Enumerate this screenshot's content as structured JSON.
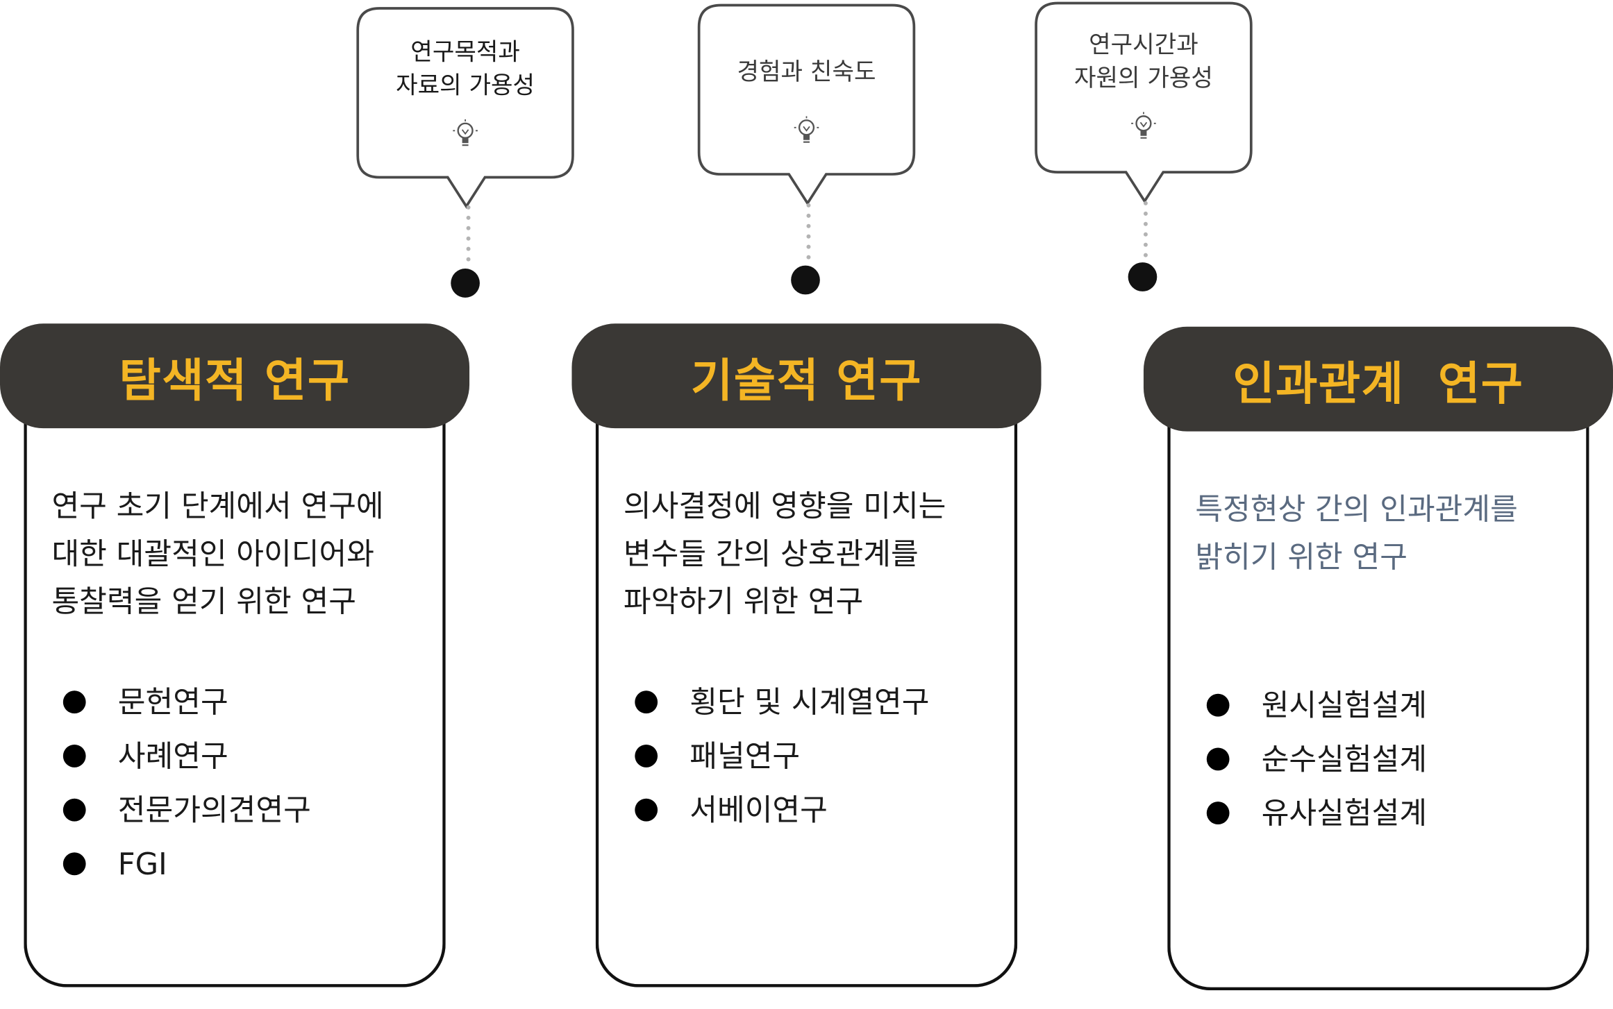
{
  "callouts": [
    {
      "lines": [
        "연구목적과",
        "자료의 가용성"
      ],
      "icon": "lightbulb-icon"
    },
    {
      "lines": [
        "경험과 친숙도"
      ],
      "icon": "lightbulb-icon"
    },
    {
      "lines": [
        "연구시간과",
        "자원의 가용성"
      ],
      "icon": "lightbulb-icon"
    }
  ],
  "cards": [
    {
      "title": "탐색적 연구",
      "description": [
        "연구 초기 단계에서 연구에",
        "대한 대괄적인 아이디어와",
        "통찰력을 얻기 위한 연구"
      ],
      "items": [
        "문헌연구",
        "사례연구",
        "전문가의견연구",
        "FGI"
      ]
    },
    {
      "title": "기술적 연구",
      "description": [
        "의사결정에 영향을 미치는",
        "변수들 간의 상호관계를",
        "파악하기 위한 연구"
      ],
      "items": [
        "횡단 및 시계열연구",
        "패널연구",
        "서베이연구"
      ]
    },
    {
      "title": "인과관계  연구",
      "description": [
        "특정현상 간의 인과관계를",
        "밝히기 위한 연구"
      ],
      "items": [
        "원시실험설계",
        "순수실험설계",
        "유사실험설계"
      ]
    }
  ],
  "colors": {
    "header_bg": "#3a3835",
    "title_accent": "#f4b524",
    "muted_text": "#5a6a80",
    "connector_dots": "#b3b3b3"
  }
}
